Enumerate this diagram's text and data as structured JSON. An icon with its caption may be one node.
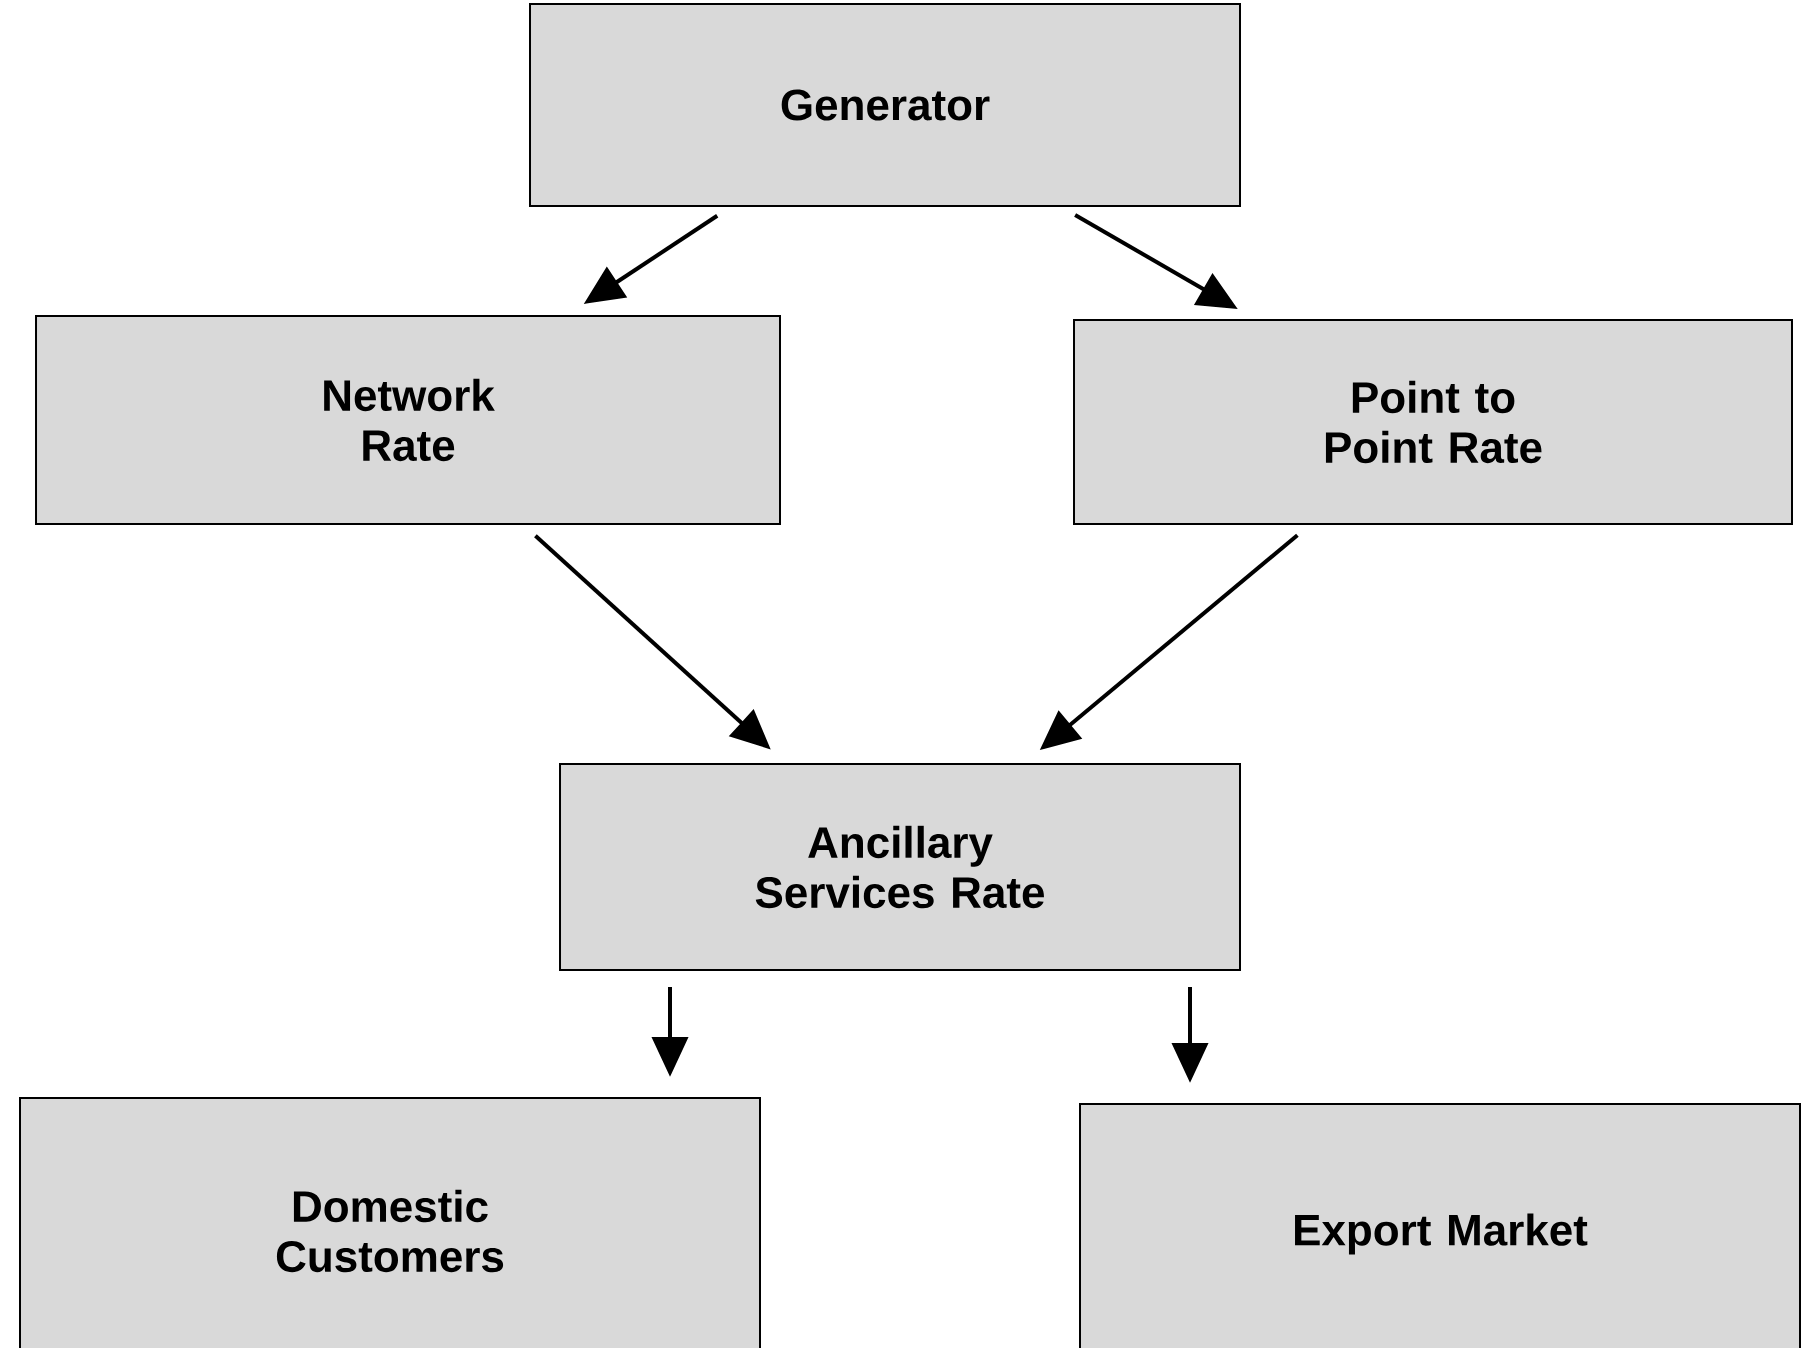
{
  "diagram": {
    "nodes": [
      {
        "text": [
          "Generator"
        ]
      },
      {
        "text": [
          "Network Rate"
        ]
      },
      {
        "text": [
          "Point to Point Rate"
        ]
      },
      {
        "text": [
          "Ancillary Services Rate"
        ]
      },
      {
        "text": [
          "Domestic Customers"
        ]
      },
      {
        "text": [
          "Export Market"
        ]
      }
    ],
    "edges": [
      {
        "from": 0,
        "to": 1,
        "arrow": "to"
      },
      {
        "from": 0,
        "to": 2,
        "arrow": "to"
      },
      {
        "from": 1,
        "to": 3,
        "arrow": "to"
      },
      {
        "from": 2,
        "to": 3,
        "arrow": "to"
      },
      {
        "from": 3,
        "to": 4,
        "arrow": "to"
      },
      {
        "from": 3,
        "to": 5,
        "arrow": "to"
      }
    ]
  }
}
